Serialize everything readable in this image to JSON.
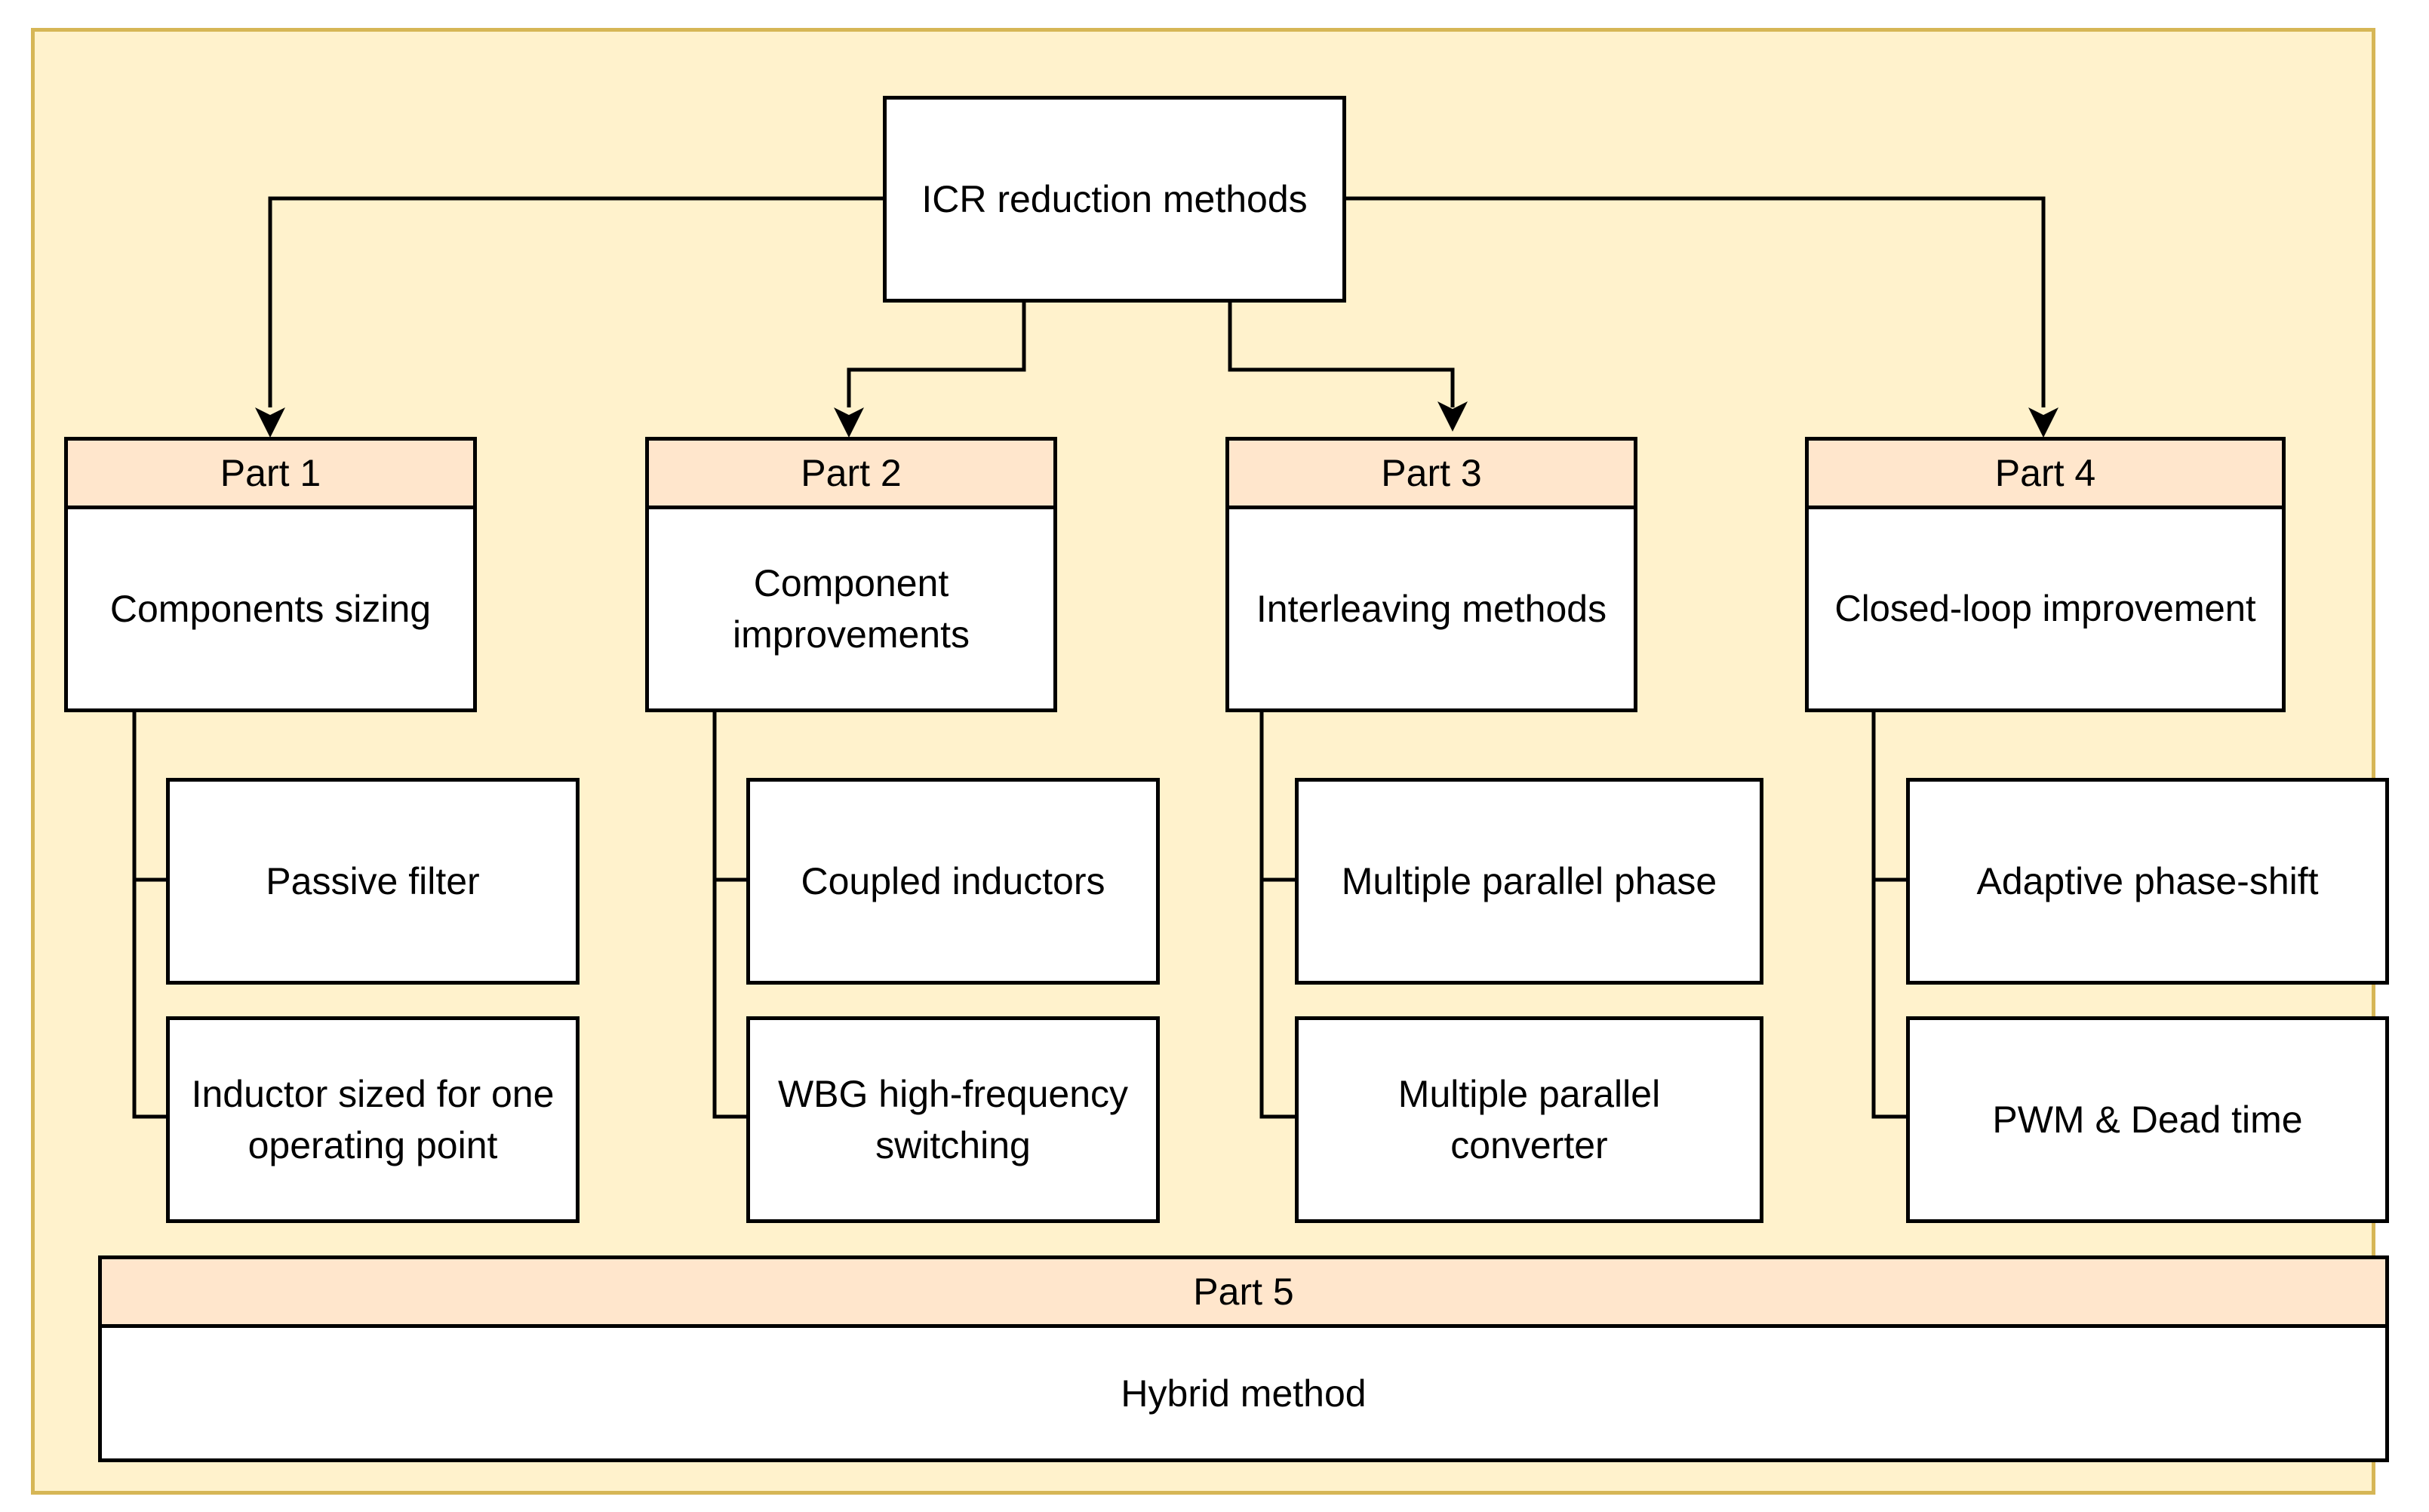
{
  "root": {
    "label": "ICR reduction methods"
  },
  "parts": [
    {
      "header": "Part 1",
      "title": "Components sizing",
      "items": [
        "Passive filter",
        "Inductor sized for one operating point"
      ]
    },
    {
      "header": "Part 2",
      "title": "Component improvements",
      "items": [
        "Coupled inductors",
        "WBG high-frequency switching"
      ]
    },
    {
      "header": "Part 3",
      "title": "Interleaving methods",
      "items": [
        "Multiple parallel phase",
        "Multiple parallel converter"
      ]
    },
    {
      "header": "Part 4",
      "title": "Closed-loop improvement",
      "items": [
        "Adaptive phase-shift",
        "PWM & Dead time"
      ]
    }
  ],
  "part5": {
    "header": "Part 5",
    "title": "Hybrid method"
  },
  "colors": {
    "background": "#fff2cc",
    "border": "#d6b656",
    "header_fill": "#ffe6cc",
    "stroke": "#000000"
  }
}
